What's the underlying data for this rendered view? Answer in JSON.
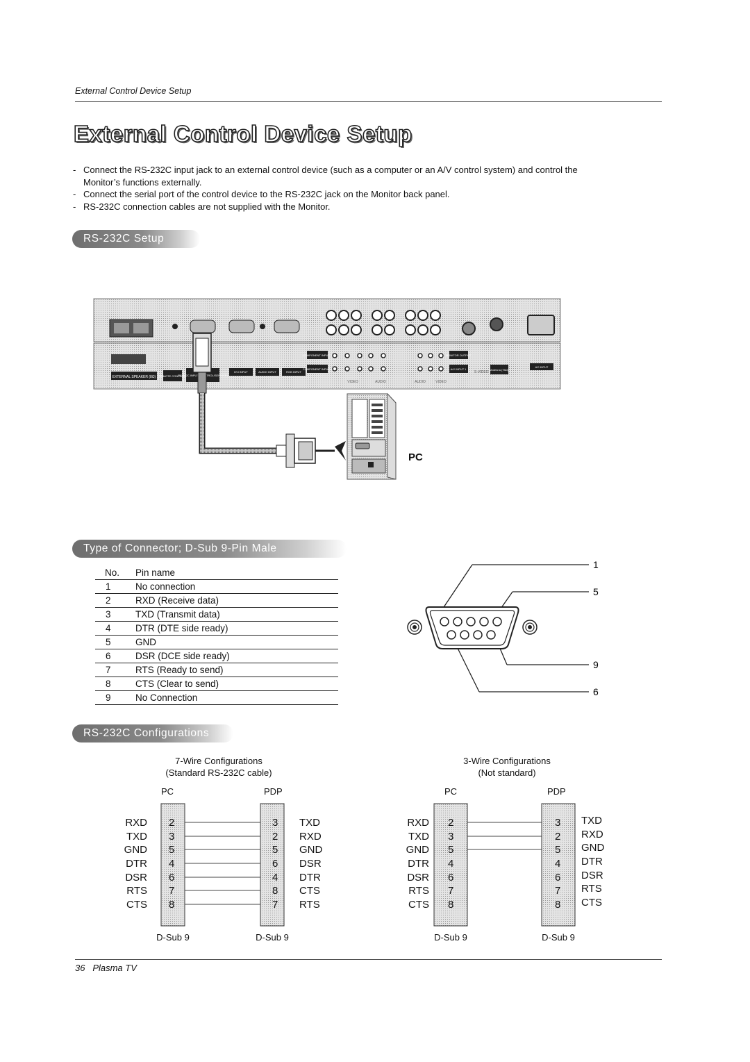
{
  "header": {
    "running_title": "External Control Device Setup"
  },
  "title": "External Control Device Setup",
  "bullets": [
    "Connect the RS-232C input jack to an external control device (such as a computer or an A/V control system) and control the Monitor’s functions externally.",
    "Connect the serial port of the control device to the RS-232C jack on the Monitor back panel.",
    "RS-232C connection cables are not supplied with the Monitor."
  ],
  "sections": {
    "setup": "RS-232C Setup",
    "connector": "Type of Connector; D-Sub 9-Pin Male",
    "config": "RS-232C Configurations"
  },
  "back_panel_labels": {
    "ext_speaker": "EXTERNAL SPEAKER (8Ω)",
    "remote": "REMOTE CONTROL",
    "rs232": "RS-232C INPUT (CONTROL/SERVICE)",
    "dvi": "DVI INPUT",
    "audio_input": "AUDIO INPUT",
    "rgb": "RGB INPUT",
    "comp2": "COMPONENT INPUT 2",
    "comp1": "COMPONENT INPUT 1",
    "monitor_out": "MONITOR OUTPUT",
    "av_input1": "A/V INPUT 1",
    "svideo": "S-VIDEO",
    "antenna": "Antenna (75Ω)",
    "ac_input": "AC INPUT",
    "video": "VIDEO",
    "audio": "AUDIO",
    "audio2": "AUDIO",
    "video2": "VIDEO"
  },
  "pc_label": "PC",
  "pin_table": {
    "headers": [
      "No.",
      "Pin name"
    ],
    "rows": [
      [
        "1",
        "No connection"
      ],
      [
        "2",
        "RXD (Receive data)"
      ],
      [
        "3",
        "TXD (Transmit data)"
      ],
      [
        "4",
        "DTR (DTE side ready)"
      ],
      [
        "5",
        "GND"
      ],
      [
        "6",
        "DSR (DCE side ready)"
      ],
      [
        "7",
        "RTS (Ready to send)"
      ],
      [
        "8",
        "CTS (Clear to send)"
      ],
      [
        "9",
        "No Connection"
      ]
    ]
  },
  "connector_callouts": [
    "1",
    "5",
    "9",
    "6"
  ],
  "config7": {
    "title1": "7-Wire Configurations",
    "title2": "(Standard RS-232C cable)",
    "pc_label": "PC",
    "pdp_label": "PDP",
    "left_signals": [
      "RXD",
      "TXD",
      "GND",
      "DTR",
      "DSR",
      "RTS",
      "CTS"
    ],
    "left_pins": [
      "2",
      "3",
      "5",
      "4",
      "6",
      "7",
      "8"
    ],
    "right_pins": [
      "3",
      "2",
      "5",
      "6",
      "4",
      "8",
      "7"
    ],
    "right_signals": [
      "TXD",
      "RXD",
      "GND",
      "DSR",
      "DTR",
      "CTS",
      "RTS"
    ],
    "footer_left": "D-Sub 9",
    "footer_right": "D-Sub 9"
  },
  "config3": {
    "title1": "3-Wire Configurations",
    "title2": "(Not standard)",
    "pc_label": "PC",
    "pdp_label": "PDP",
    "left_signals": [
      "RXD",
      "TXD",
      "GND",
      "DTR",
      "DSR",
      "RTS",
      "CTS"
    ],
    "left_pins": [
      "2",
      "3",
      "5",
      "4",
      "6",
      "7",
      "8"
    ],
    "right_pins": [
      "3",
      "2",
      "5",
      "4",
      "6",
      "7",
      "8"
    ],
    "right_signals": [
      "TXD",
      "RXD",
      "GND",
      "DTR",
      "DSR",
      "RTS",
      "CTS"
    ],
    "footer_left": "D-Sub 9",
    "footer_right": "D-Sub 9"
  },
  "footer": {
    "page": "36",
    "label": "Plasma TV"
  }
}
